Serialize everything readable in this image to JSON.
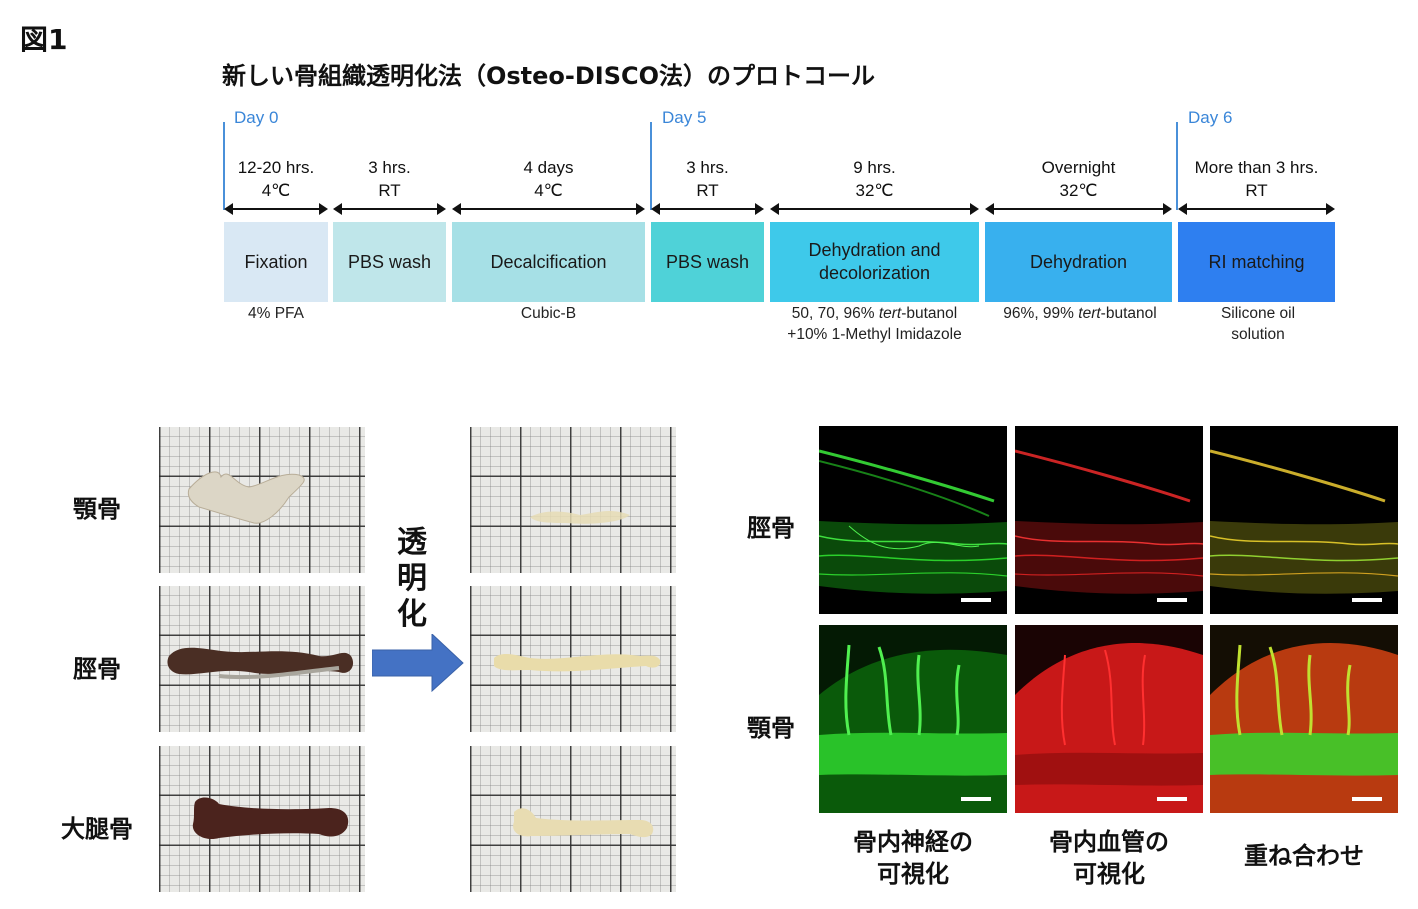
{
  "figure_label": "図1",
  "protocol_title": "新しい骨組織透明化法（Osteo-DISCO法）のプロトコール",
  "days": [
    {
      "label": "Day 0"
    },
    {
      "label": "Day 5"
    },
    {
      "label": "Day 6"
    }
  ],
  "steps": [
    {
      "condition_line1": "12-20 hrs.",
      "condition_line2": "4℃",
      "name": "Fixation",
      "reagent_line1": "4% PFA",
      "reagent_line2": "",
      "color": "#d9e8f4"
    },
    {
      "condition_line1": "3 hrs.",
      "condition_line2": "RT",
      "name": "PBS wash",
      "reagent_line1": "",
      "reagent_line2": "",
      "color": "#bfe6ea"
    },
    {
      "condition_line1": "4 days",
      "condition_line2": "4℃",
      "name": "Decalcification",
      "reagent_line1": "Cubic-B",
      "reagent_line2": "",
      "color": "#a6e0e6"
    },
    {
      "condition_line1": "3 hrs.",
      "condition_line2": "RT",
      "name": "PBS wash",
      "reagent_line1": "",
      "reagent_line2": "",
      "color": "#4fd2d8"
    },
    {
      "condition_line1": "9 hrs.",
      "condition_line2": "32℃",
      "name_line1": "Dehydration and",
      "name_line2": "decolorization",
      "reagent_line1": "50, 70, 96% tert-butanol",
      "reagent_line2": "+10% 1-Methyl Imidazole",
      "color": "#3ec9ea"
    },
    {
      "condition_line1": "Overnight",
      "condition_line2": "32℃",
      "name": "Dehydration",
      "reagent_line1": "96%, 99% tert-butanol",
      "reagent_line2": "",
      "color": "#38b0ee"
    },
    {
      "condition_line1": "More than 3 hrs.",
      "condition_line2": "RT",
      "name": "RI matching",
      "reagent_line1": "Silicone oil",
      "reagent_line2": "solution",
      "color": "#2e7ff0"
    }
  ],
  "photo_rows": [
    {
      "label": "顎骨"
    },
    {
      "label": "脛骨"
    },
    {
      "label": "大腿骨"
    }
  ],
  "clearing_label": [
    "透",
    "明",
    "化"
  ],
  "micro_rows": [
    {
      "label": "脛骨"
    },
    {
      "label": "顎骨"
    }
  ],
  "micro_columns": [
    {
      "caption_line1": "骨内神経の",
      "caption_line2": "可視化",
      "color": "#22e022"
    },
    {
      "caption_line1": "骨内血管の",
      "caption_line2": "可視化",
      "color": "#ee2020"
    },
    {
      "caption_line1": "重ね合わせ",
      "caption_line2": "",
      "color": "#d8b020"
    }
  ],
  "arrow_color": "#4472c4",
  "day_line_color": "#4a90d9"
}
